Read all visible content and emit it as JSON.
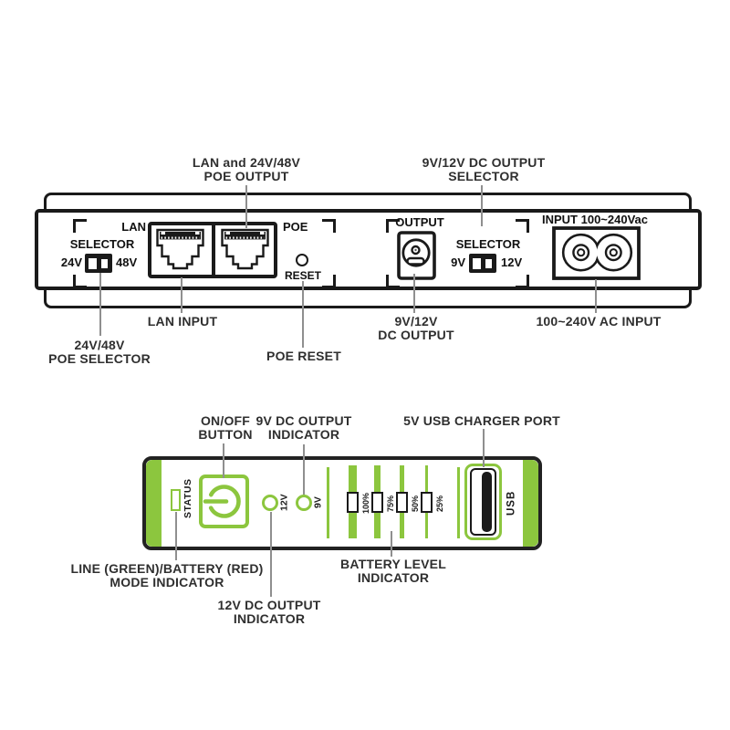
{
  "colors": {
    "green": "#8cc63e",
    "outline": "#1a1a1a",
    "label_text": "#2f2f2f"
  },
  "rear_panel": {
    "callouts_top": {
      "poe_output_l1": "LAN and 24V/48V",
      "poe_output_l2": "POE OUTPUT",
      "dc_selector_l1": "9V/12V DC OUTPUT",
      "dc_selector_l2": "SELECTOR"
    },
    "face": {
      "selector_poe": "SELECTOR",
      "poe_24": "24V",
      "poe_48": "48V",
      "lan": "LAN",
      "poe": "POE",
      "reset": "RESET",
      "output": "OUTPUT",
      "selector_dc": "SELECTOR",
      "dc_9": "9V",
      "dc_12": "12V",
      "ac_input": "INPUT 100~240Vac"
    },
    "callouts_bottom": {
      "lan_input": "LAN INPUT",
      "poe_selector_l1": "24V/48V",
      "poe_selector_l2": "POE SELECTOR",
      "poe_reset": "POE RESET",
      "dc_output_l1": "9V/12V",
      "dc_output_l2": "DC OUTPUT",
      "ac_input": "100~240V AC INPUT"
    }
  },
  "front_panel": {
    "callouts_top": {
      "onoff_l1": "ON/OFF",
      "onoff_l2": "BUTTON",
      "ind9_l1": "9V DC OUTPUT",
      "ind9_l2": "INDICATOR",
      "usb": "5V USB CHARGER PORT"
    },
    "face": {
      "status": "STATUS",
      "v12": "12V",
      "v9": "9V",
      "battery_levels": [
        "100%",
        "75%",
        "50%",
        "25%"
      ],
      "usb": "USB"
    },
    "callouts_bottom": {
      "mode_l1": "LINE (GREEN)/BATTERY (RED)",
      "mode_l2": "MODE INDICATOR",
      "ind12_l1": "12V DC OUTPUT",
      "ind12_l2": "INDICATOR",
      "batt_l1": "BATTERY LEVEL",
      "batt_l2": "INDICATOR"
    }
  }
}
